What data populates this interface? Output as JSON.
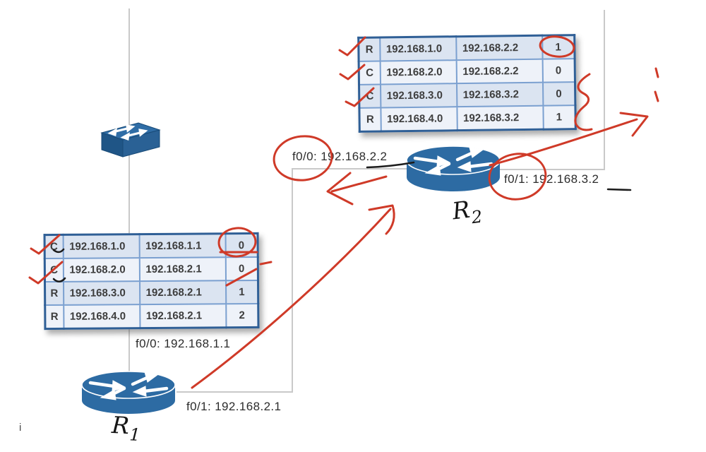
{
  "diagram_title": "RIP routing example with two routers",
  "colors": {
    "annotation_red": "#cf3a28",
    "ink_black": "#1c1c1c",
    "table_outer_border": "#2f5f96",
    "table_grid": "#7ba0d0",
    "table_row_a": "#dbe4f1",
    "table_row_b": "#eef2f9",
    "device_blue": "#2d6ba3",
    "connector_gray": "#c9c9c9"
  },
  "tables": {
    "r2": {
      "rows": [
        [
          "R",
          "192.168.1.0",
          "192.168.2.2",
          "1"
        ],
        [
          "C",
          "192.168.2.0",
          "192.168.2.2",
          "0"
        ],
        [
          "C",
          "192.168.3.0",
          "192.168.3.2",
          "0"
        ],
        [
          "R",
          "192.168.4.0",
          "192.168.3.2",
          "1"
        ]
      ]
    },
    "r1": {
      "rows": [
        [
          "C",
          "192.168.1.0",
          "192.168.1.1",
          "0"
        ],
        [
          "C",
          "192.168.2.0",
          "192.168.2.1",
          "0"
        ],
        [
          "R",
          "192.168.3.0",
          "192.168.2.1",
          "1"
        ],
        [
          "R",
          "192.168.4.0",
          "192.168.2.1",
          "2"
        ]
      ]
    }
  },
  "labels": {
    "r2_f00": "f0/0: 192.168.2.2",
    "r2_f01": "f0/1: 192.168.3.2",
    "r1_f00": "f0/0: 192.168.1.1",
    "r1_f01": "f0/1: 192.168.2.1",
    "r2_name_main": "R",
    "r2_name_sub": "2",
    "r1_name_main": "R",
    "r1_name_sub": "1",
    "stray_char": "i"
  },
  "annotations": {
    "red_marks": [
      "checkmark-r2-table-row1",
      "checkmark-r2-table-row2",
      "checkmark-r2-table-row3",
      "circle-around-metric-1-r2-row1",
      "squiggle-right-of-r2-table",
      "arrow-to-top-right-from-r2",
      "tick-marks-top-right",
      "circle-around-f0-0-of-r2",
      "arrow-pointing-left-at-r2-f0-0",
      "long-arrow-r1-to-r2",
      "circle-around-f0-1-of-r2",
      "circle-around-metric-0-r1-row1",
      "slash-near-r1-row2-metric",
      "dash-right-of-r1-table",
      "checkmark-r1-table-row1",
      "checkmark-r1-table-row2"
    ],
    "black_marks": [
      "underscore-after-192.168.2.2",
      "underscore-after-192.168.3.2",
      "cedilla-under-C-r1-row1",
      "cedilla-under-C-r1-row2"
    ]
  }
}
